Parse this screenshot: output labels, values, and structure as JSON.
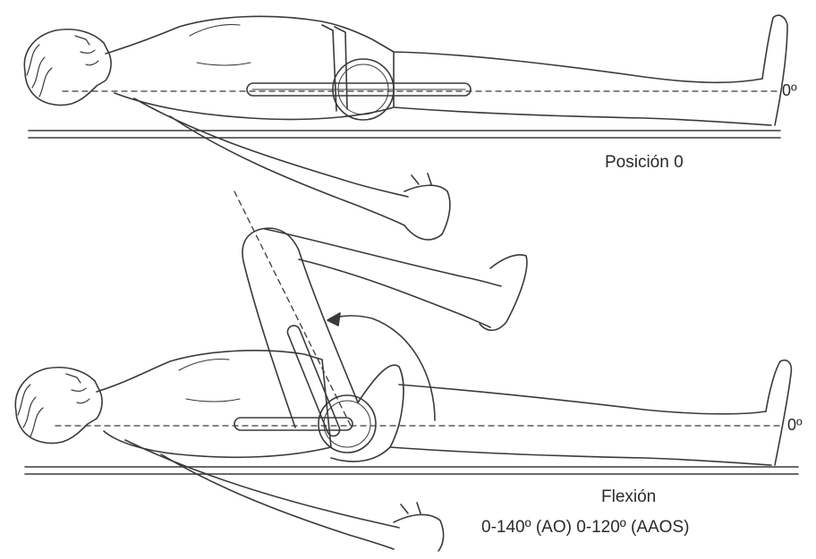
{
  "labels": {
    "zero_angle_top": "0º",
    "position_zero": "Posición 0",
    "zero_angle_bottom": "0º",
    "flexion_title": "Flexión",
    "flexion_range": "0-140º (AO) 0-120º (AAOS)"
  }
}
